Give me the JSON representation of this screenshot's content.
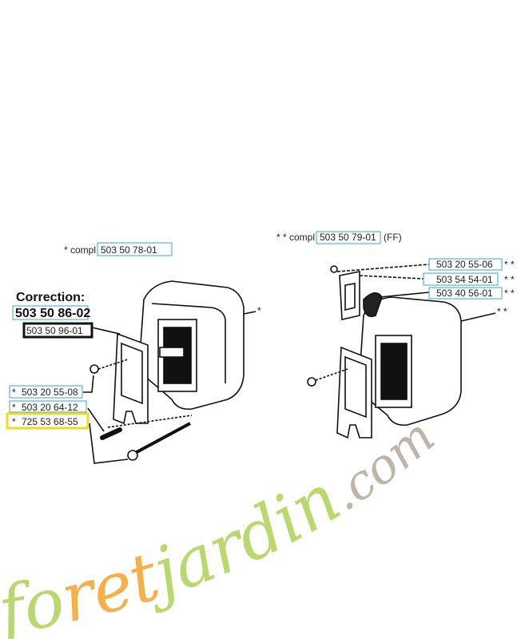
{
  "watermark": {
    "text_parts": [
      "fo",
      "ret",
      "jardin",
      ".com"
    ],
    "colors": [
      "#b9d86e",
      "#f6b04a",
      "#b9d86e",
      "#bdb5a8"
    ]
  },
  "left_assembly": {
    "compl_prefix": "*  compl",
    "compl_part": "503 50 78-01",
    "correction_title": "Correction:",
    "correction_part": "503 50 86-02",
    "old_part": "503 50 96-01",
    "parts": [
      {
        "star": "*",
        "number": "503 20 55-08"
      },
      {
        "star": "*",
        "number": "503 20 64-12"
      },
      {
        "star": "*",
        "number": "725 53 68-55"
      }
    ],
    "muffler_star": "*"
  },
  "right_assembly": {
    "compl_prefix": "* *  compl",
    "compl_part": "503 50 79-01",
    "compl_suffix": "(FF)",
    "parts": [
      {
        "number": "503 20 55-06",
        "star": "* *"
      },
      {
        "number": "503 54 54-01",
        "star": "* *"
      },
      {
        "number": "503 40 56-01",
        "star": "* *"
      }
    ],
    "muffler_star": "* *"
  },
  "colors": {
    "label_box": "#5bb8c9",
    "highlight": "#f2dc1f",
    "correction_box": "#111111"
  }
}
